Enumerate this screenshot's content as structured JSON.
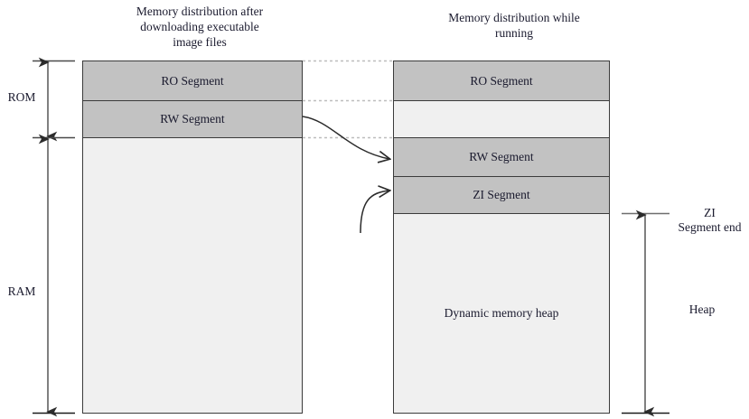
{
  "diagram": {
    "title_left": "Memory distribution after\ndownloading executable\nimage files",
    "title_right": "Memory distribution while\nrunning",
    "left_box": {
      "segments": [
        {
          "label": "RO Segment",
          "fill": "gray"
        },
        {
          "label": "RW Segment",
          "fill": "gray"
        },
        {
          "label": "",
          "fill": "light"
        }
      ]
    },
    "right_box": {
      "segments": [
        {
          "label": "RO Segment",
          "fill": "gray"
        },
        {
          "label": "",
          "fill": "light"
        },
        {
          "label": "RW Segment",
          "fill": "gray"
        },
        {
          "label": "ZI Segment",
          "fill": "gray"
        },
        {
          "label": "Dynamic memory heap",
          "fill": "light"
        }
      ]
    },
    "left_dimensions": [
      {
        "label": "ROM"
      },
      {
        "label": "RAM"
      }
    ],
    "right_dimensions": [
      {
        "label": "ZI\nSegment end"
      },
      {
        "label": "Heap"
      }
    ]
  },
  "colors": {
    "segment_fill": "#c2c2c2",
    "empty_fill": "#f0f0f0",
    "border": "#3b3b3b",
    "connector": "#b9b9b9",
    "arrow": "#2b2b2b",
    "text": "#1a1a2e"
  }
}
